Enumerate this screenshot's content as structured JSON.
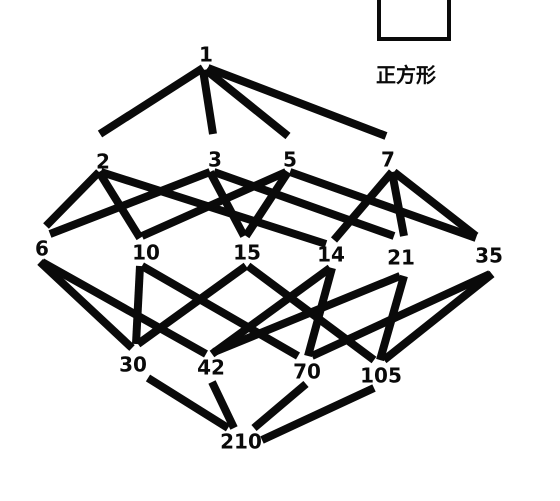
{
  "diagram": {
    "legend": {
      "label": "正方形",
      "icon": "square-icon"
    },
    "nodes": [
      {
        "id": "n1",
        "label": "1"
      },
      {
        "id": "n2",
        "label": "2"
      },
      {
        "id": "n3",
        "label": "3"
      },
      {
        "id": "n5",
        "label": "5"
      },
      {
        "id": "n7",
        "label": "7"
      },
      {
        "id": "n6",
        "label": "6"
      },
      {
        "id": "n10",
        "label": "10"
      },
      {
        "id": "n15",
        "label": "15"
      },
      {
        "id": "n14",
        "label": "14"
      },
      {
        "id": "n21",
        "label": "21"
      },
      {
        "id": "n35",
        "label": "35"
      },
      {
        "id": "n30",
        "label": "30"
      },
      {
        "id": "n42",
        "label": "42"
      },
      {
        "id": "n70",
        "label": "70"
      },
      {
        "id": "n105",
        "label": "105"
      },
      {
        "id": "n210",
        "label": "210"
      }
    ],
    "edges": [
      [
        "n1",
        "n2"
      ],
      [
        "n1",
        "n3"
      ],
      [
        "n1",
        "n5"
      ],
      [
        "n1",
        "n7"
      ],
      [
        "n2",
        "n6"
      ],
      [
        "n2",
        "n10"
      ],
      [
        "n2",
        "n14"
      ],
      [
        "n3",
        "n6"
      ],
      [
        "n3",
        "n15"
      ],
      [
        "n3",
        "n21"
      ],
      [
        "n5",
        "n10"
      ],
      [
        "n5",
        "n15"
      ],
      [
        "n5",
        "n35"
      ],
      [
        "n7",
        "n14"
      ],
      [
        "n7",
        "n21"
      ],
      [
        "n7",
        "n35"
      ],
      [
        "n6",
        "n30"
      ],
      [
        "n6",
        "n42"
      ],
      [
        "n10",
        "n30"
      ],
      [
        "n10",
        "n70"
      ],
      [
        "n15",
        "n30"
      ],
      [
        "n15",
        "n105"
      ],
      [
        "n14",
        "n42"
      ],
      [
        "n14",
        "n70"
      ],
      [
        "n21",
        "n42"
      ],
      [
        "n21",
        "n105"
      ],
      [
        "n35",
        "n70"
      ],
      [
        "n35",
        "n105"
      ],
      [
        "n30",
        "n210"
      ],
      [
        "n42",
        "n210"
      ],
      [
        "n70",
        "n210"
      ],
      [
        "n105",
        "n210"
      ]
    ]
  }
}
